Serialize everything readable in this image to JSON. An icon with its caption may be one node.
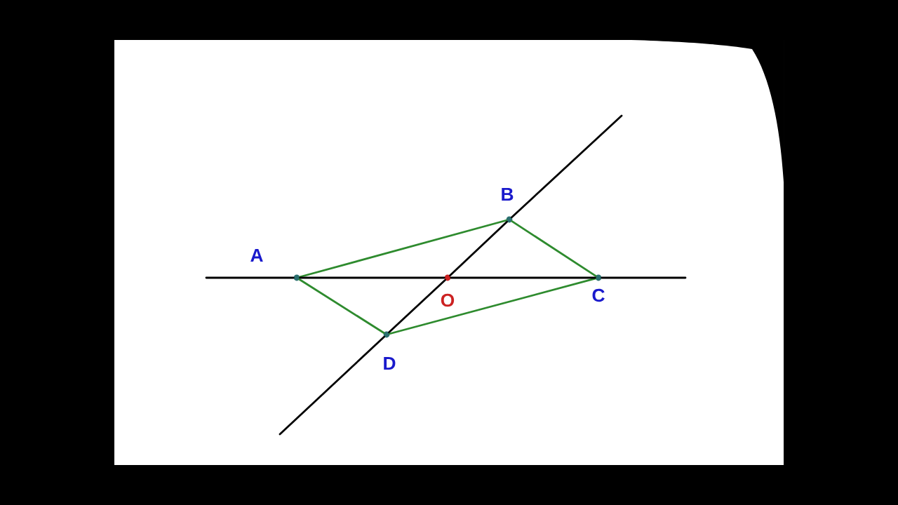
{
  "diagram": {
    "nodes": [
      {
        "text": [
          "A"
        ]
      },
      {
        "text": [
          "B"
        ]
      },
      {
        "text": [
          "C"
        ]
      },
      {
        "text": [
          "D"
        ]
      },
      {
        "text": [
          "O"
        ]
      }
    ],
    "edges": [
      {
        "from": 0,
        "to": 1,
        "arrow": "none",
        "color": "#2e8b2e"
      },
      {
        "from": 1,
        "to": 2,
        "arrow": "none",
        "color": "#2e8b2e"
      },
      {
        "from": 2,
        "to": 3,
        "arrow": "none",
        "color": "#2e8b2e"
      },
      {
        "from": 3,
        "to": 0,
        "arrow": "none",
        "color": "#2e8b2e"
      },
      {
        "from": null,
        "to": 0,
        "arrow": "none"
      },
      {
        "from": 0,
        "to": 4,
        "arrow": "none"
      },
      {
        "from": 4,
        "to": 2,
        "arrow": "none"
      },
      {
        "from": 2,
        "to": null,
        "arrow": "none"
      },
      {
        "from": null,
        "to": 3,
        "arrow": "none"
      },
      {
        "from": 3,
        "to": 4,
        "arrow": "none"
      },
      {
        "from": 4,
        "to": 1,
        "arrow": "none"
      },
      {
        "from": 1,
        "to": null,
        "arrow": "none"
      }
    ]
  }
}
